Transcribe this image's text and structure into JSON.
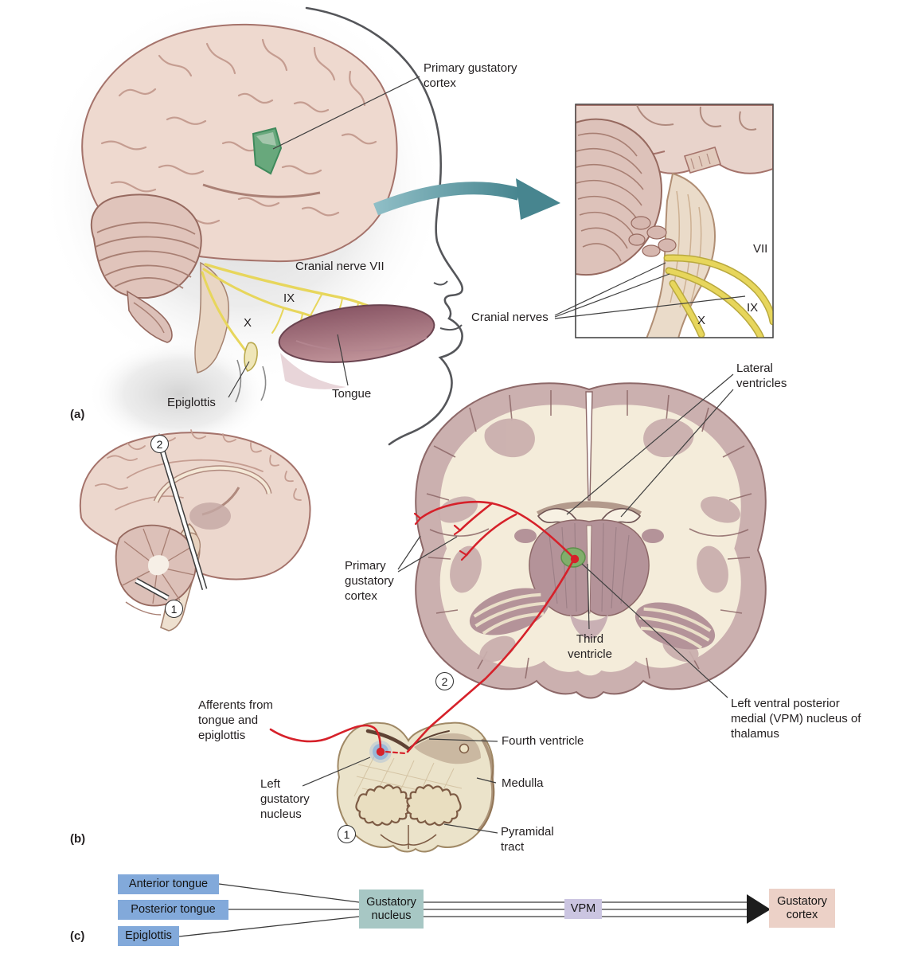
{
  "figure": {
    "panel_a": {
      "tag": "(a)",
      "labels": {
        "primary_gustatory_cortex": "Primary gustatory cortex",
        "cranial_nerve_vii": "Cranial nerve VII",
        "nerve_ix": "IX",
        "nerve_x": "X",
        "epiglottis": "Epiglottis",
        "tongue": "Tongue"
      },
      "inset": {
        "cranial_nerves": "Cranial nerves",
        "nerve_vii": "VII",
        "nerve_ix": "IX",
        "nerve_x": "X"
      }
    },
    "panel_b": {
      "tag": "(b)",
      "markers": {
        "plane_2": "2",
        "plane_1": "1",
        "coronal": "2",
        "medulla": "1"
      },
      "labels": {
        "lateral_ventricles": "Lateral ventricles",
        "primary_gustatory_cortex": "Primary gustatory cortex",
        "third_ventricle": "Third ventricle",
        "vpm_nucleus": "Left ventral posterior medial (VPM) nucleus of thalamus",
        "afferents": "Afferents from tongue and epiglottis",
        "fourth_ventricle": "Fourth ventricle",
        "medulla": "Medulla",
        "left_gustatory_nucleus": "Left gustatory nucleus",
        "pyramidal_tract": "Pyramidal tract"
      }
    },
    "panel_c": {
      "tag": "(c)",
      "inputs": [
        "Anterior tongue",
        "Posterior tongue",
        "Epiglottis"
      ],
      "relay_1": "Gustatory nucleus",
      "relay_2": "VPM",
      "target": "Gustatory cortex"
    },
    "colors": {
      "pathway_red": "#d6212a",
      "nerve_yellow": "#e7d65c",
      "cortex_green": "#68a87c",
      "zoom_arrow_teal": "#4c8894",
      "input_box_blue": "#82a9da",
      "nucleus_box_teal": "#a7c7c4",
      "vpm_box_lavender": "#cbc5e1",
      "cortex_box_pink": "#ecd1c7"
    }
  }
}
